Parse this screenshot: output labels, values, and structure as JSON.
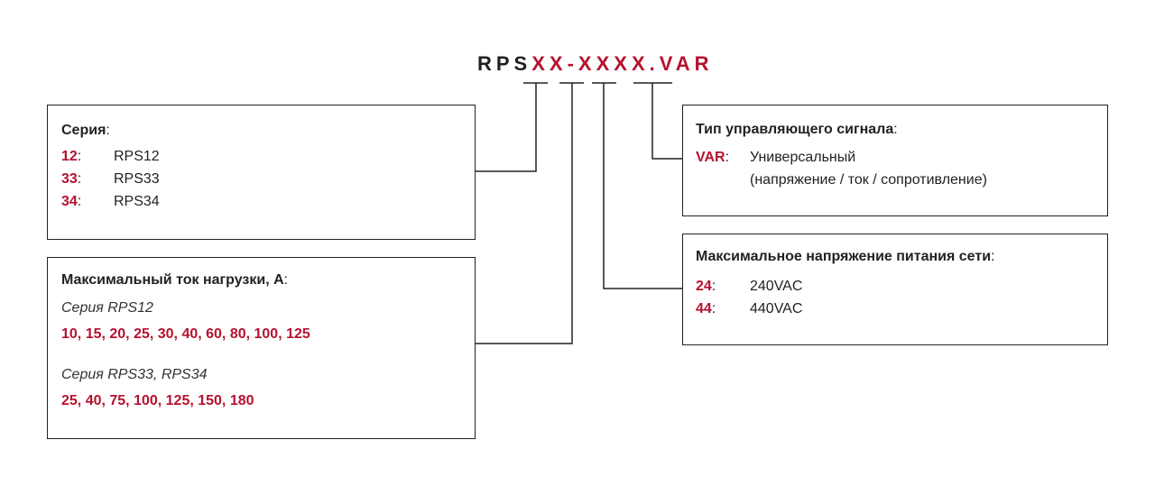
{
  "code": {
    "prefix": "RPS",
    "variable": "XX-XXXX.",
    "suffix": "VAR"
  },
  "series_box": {
    "title": "Серия",
    "items": [
      {
        "key": "12",
        "value": "RPS12"
      },
      {
        "key": "33",
        "value": "RPS33"
      },
      {
        "key": "34",
        "value": "RPS34"
      }
    ]
  },
  "current_box": {
    "title": "Максимальный ток нагрузки, А",
    "groups": [
      {
        "label": "Серия RPS12",
        "values": "10, 15, 20, 25, 30, 40, 60, 80, 100, 125"
      },
      {
        "label": "Серия RPS33, RPS34",
        "values": "25, 40, 75, 100, 125, 150, 180"
      }
    ]
  },
  "signal_box": {
    "title": "Тип управляющего сигнала",
    "key": "VAR",
    "line1": "Универсальный",
    "line2": "(напряжение / ток / сопротивление)"
  },
  "voltage_box": {
    "title": "Максимальное напряжение питания сети",
    "items": [
      {
        "key": "24",
        "value": "240VAC"
      },
      {
        "key": "44",
        "value": "440VAC"
      }
    ]
  },
  "colors": {
    "accent": "#b5122e",
    "text": "#222222",
    "line": "#222222"
  }
}
